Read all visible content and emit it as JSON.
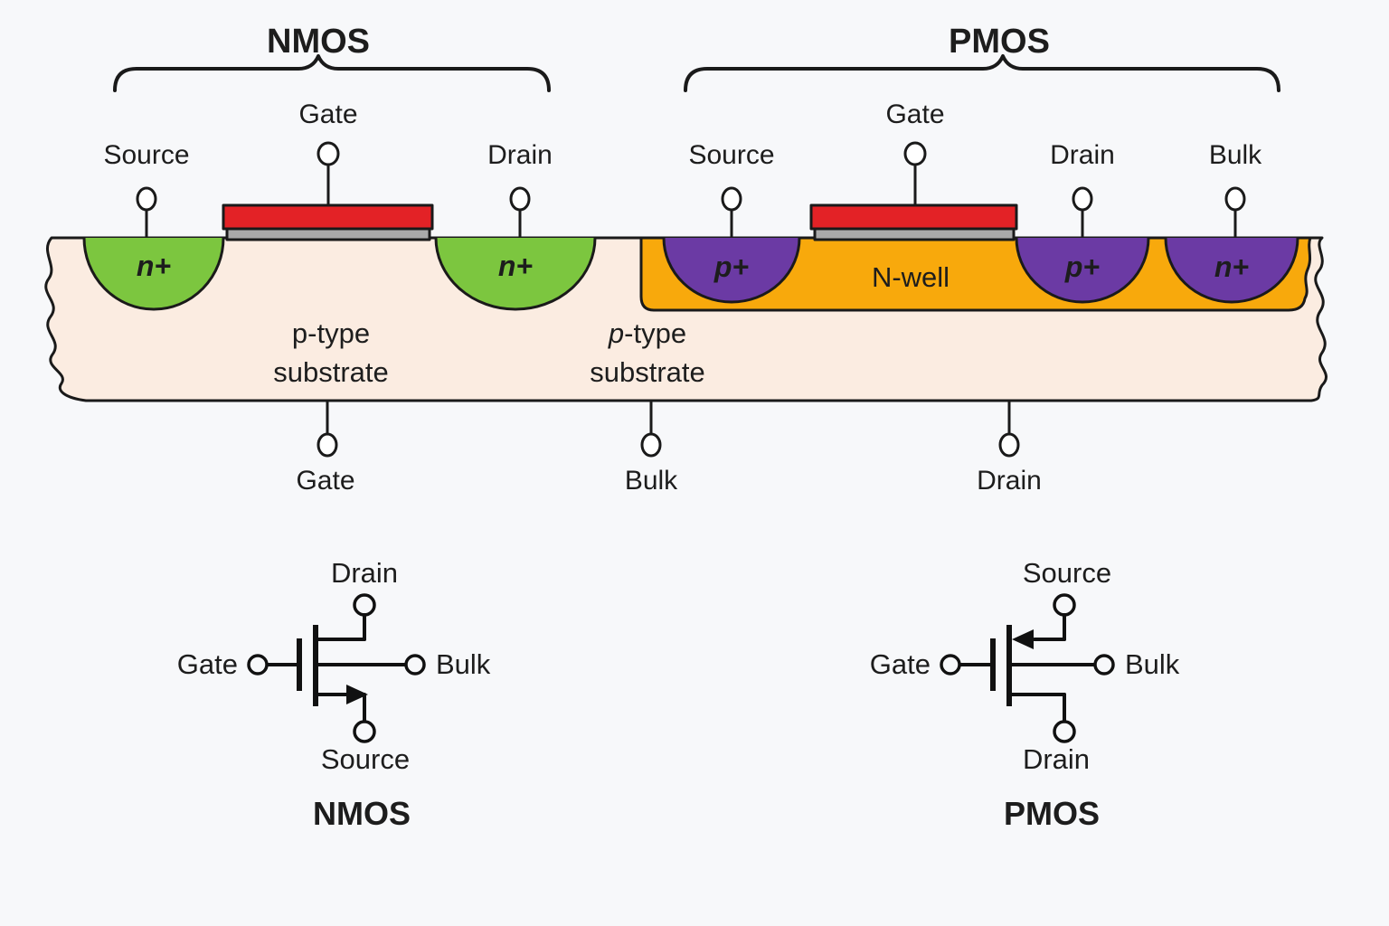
{
  "palette": {
    "background": "#f7f8fa",
    "substrate_pink": "#fbece1",
    "n_plus_green": "#7cc63f",
    "p_plus_purple": "#6b3aa4",
    "n_well_yellow": "#f8a90c",
    "gate_red": "#e32226",
    "oxide_gray": "#a9a9a9",
    "outline": "#1a1a1a"
  },
  "cross_section": {
    "nmos": {
      "title": "NMOS",
      "source_label": "Source",
      "gate_label": "Gate",
      "drain_label": "Drain",
      "source_doping": "n+",
      "drain_doping": "n+"
    },
    "pmos": {
      "title": "PMOS",
      "source_label": "Source",
      "gate_label": "Gate",
      "drain_label": "Drain",
      "bulk_label": "Bulk",
      "source_doping": "p+",
      "drain_doping": "p+",
      "bulk_doping": "n+",
      "well_label": "N-well"
    },
    "substrate_left": {
      "prefix": "p",
      "rest": "-type",
      "line2": "substrate"
    },
    "substrate_right": {
      "prefix": "p",
      "rest": "-type",
      "line2": "substrate"
    },
    "bottom": {
      "gate_label": "Gate",
      "bulk_label": "Bulk",
      "drain_label": "Drain"
    }
  },
  "symbols": {
    "nmos": {
      "title": "NMOS",
      "drain_label": "Drain",
      "gate_label": "Gate",
      "bulk_label": "Bulk",
      "source_label": "Source"
    },
    "pmos": {
      "title": "PMOS",
      "source_label": "Source",
      "gate_label": "Gate",
      "bulk_label": "Bulk",
      "drain_label": "Drain"
    }
  }
}
